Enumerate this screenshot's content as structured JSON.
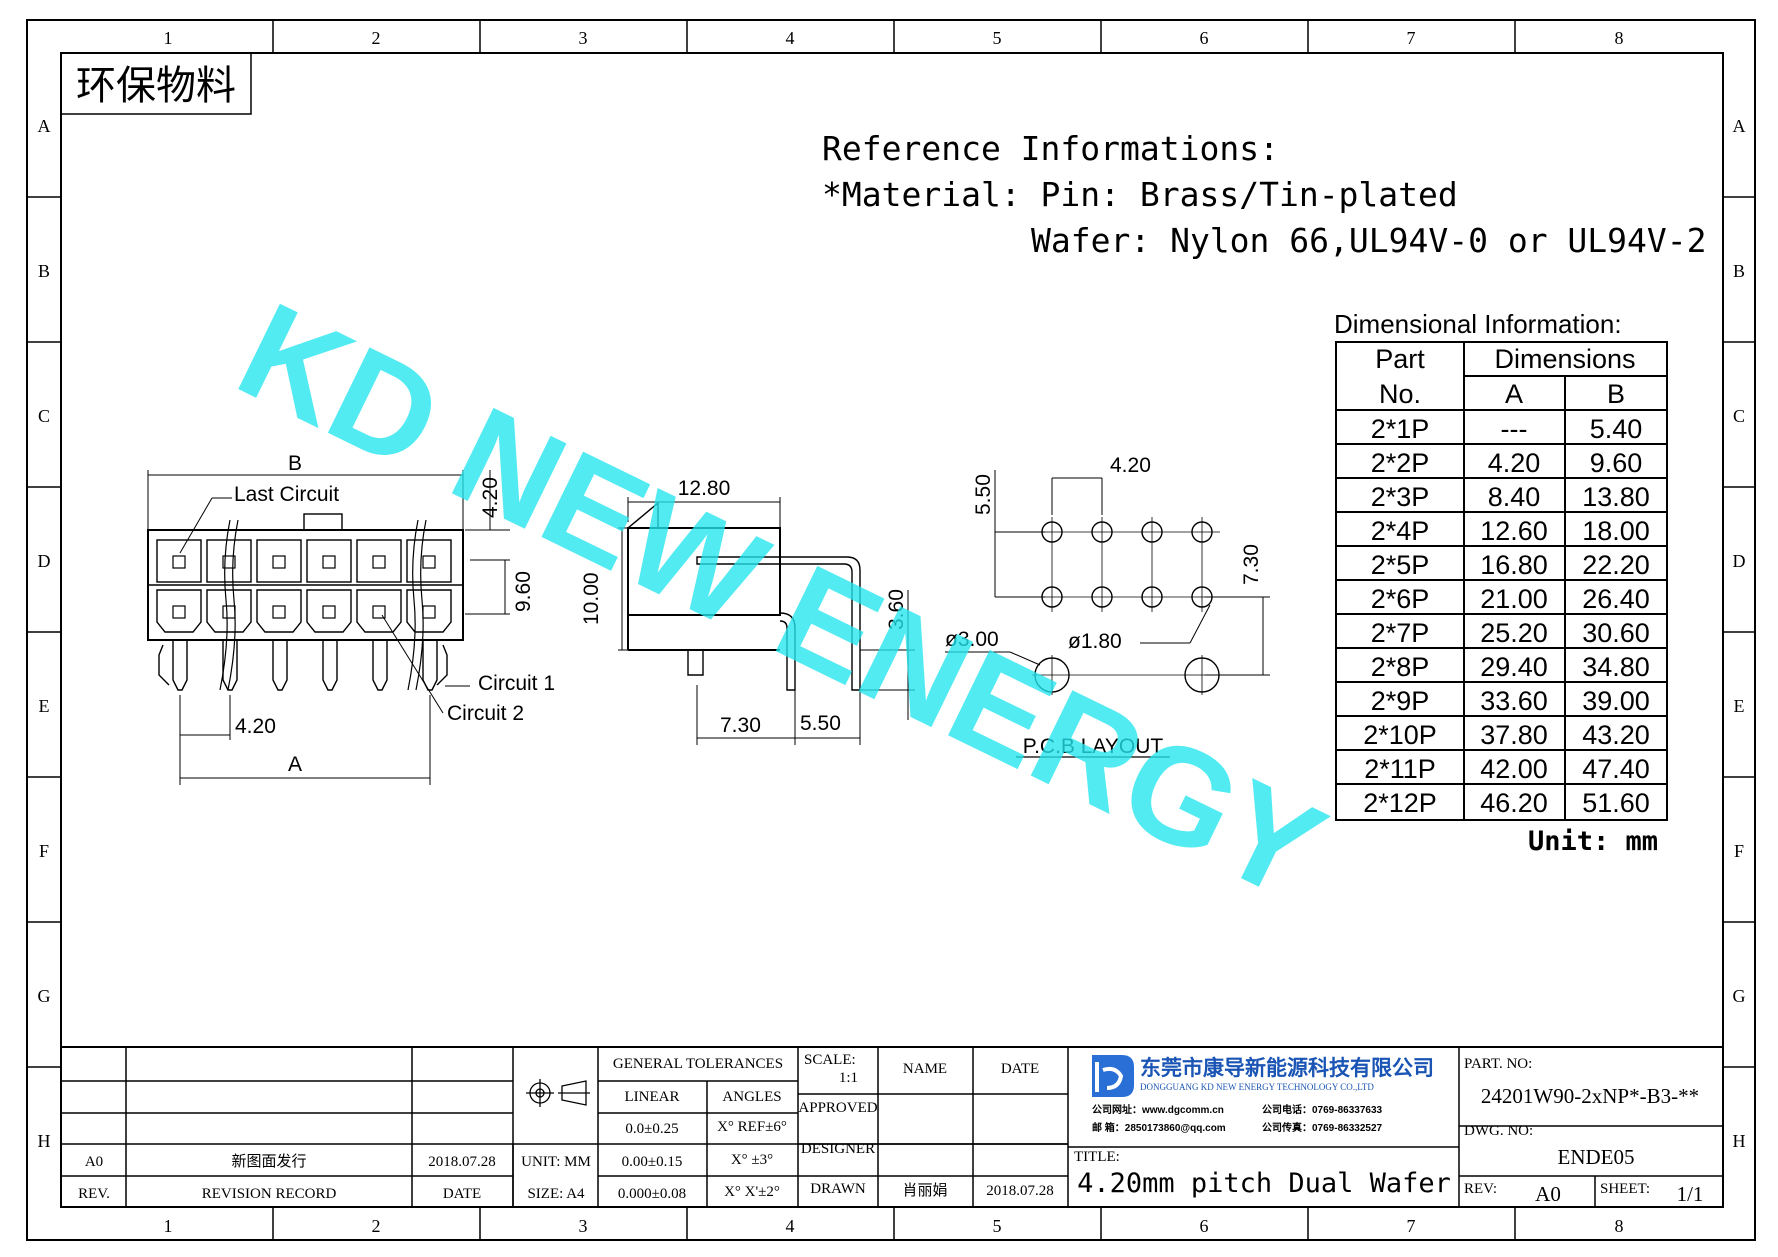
{
  "border": {
    "columns": [
      "1",
      "2",
      "3",
      "4",
      "5",
      "6",
      "7",
      "8"
    ],
    "rows": [
      "A",
      "B",
      "C",
      "D",
      "E",
      "F",
      "G",
      "H"
    ]
  },
  "eco_stamp": "环保物料",
  "reference": {
    "heading": "Reference Informations:",
    "material_line": "*Material: Pin: Brass/Tin-plated",
    "wafer_line": "Wafer: Nylon 66,UL94V-0 or UL94V-2"
  },
  "watermark": "KD NEW ENERGY",
  "front_view": {
    "dim_b": "B",
    "last_circuit": "Last Circuit",
    "dim_420_vert": "4.20",
    "dim_960": "9.60",
    "circuit_1": "Circuit 1",
    "circuit_2": "Circuit 2",
    "dim_420_pitch": "4.20",
    "dim_a": "A"
  },
  "side_view": {
    "dim_1280": "12.80",
    "dim_1000": "10.00",
    "dim_360": "3.60",
    "dim_730": "7.30",
    "dim_550": "5.50"
  },
  "pcb_layout": {
    "dim_420": "4.20",
    "dim_550": "5.50",
    "dim_730": "7.30",
    "dim_phi300": "ø3.00",
    "dim_phi180": "ø1.80",
    "title": "P.C.B LAYOUT"
  },
  "dim_table": {
    "title": "Dimensional Information:",
    "header_part_1": "Part",
    "header_part_2": "No.",
    "header_dims": "Dimensions",
    "header_a": "A",
    "header_b": "B",
    "rows": [
      {
        "part": "2*1P",
        "a": "---",
        "b": "5.40"
      },
      {
        "part": "2*2P",
        "a": "4.20",
        "b": "9.60"
      },
      {
        "part": "2*3P",
        "a": "8.40",
        "b": "13.80"
      },
      {
        "part": "2*4P",
        "a": "12.60",
        "b": "18.00"
      },
      {
        "part": "2*5P",
        "a": "16.80",
        "b": "22.20"
      },
      {
        "part": "2*6P",
        "a": "21.00",
        "b": "26.40"
      },
      {
        "part": "2*7P",
        "a": "25.20",
        "b": "30.60"
      },
      {
        "part": "2*8P",
        "a": "29.40",
        "b": "34.80"
      },
      {
        "part": "2*9P",
        "a": "33.60",
        "b": "39.00"
      },
      {
        "part": "2*10P",
        "a": "37.80",
        "b": "43.20"
      },
      {
        "part": "2*11P",
        "a": "42.00",
        "b": "47.40"
      },
      {
        "part": "2*12P",
        "a": "46.20",
        "b": "51.60"
      }
    ],
    "unit": "Unit: mm"
  },
  "title_block": {
    "rev_a0": "A0",
    "rev_record_text": "新图面发行",
    "rev_date": "2018.07.28",
    "col_rev": "REV.",
    "col_revision_record": "REVISION RECORD",
    "col_date": "DATE",
    "unit_label": "UNIT: MM",
    "size_label": "SIZE: A4",
    "general_tolerances": "GENERAL TOLERANCES",
    "linear": "LINEAR",
    "angles": "ANGLES",
    "lin_1": "0.0±0.25",
    "lin_2": "0.00±0.15",
    "lin_3": "0.000±0.08",
    "ang_1": "X° REF±6°",
    "ang_2": "X° ±3°",
    "ang_3": "X° X'±2°",
    "scale_label": "SCALE:",
    "scale_value": "1:1",
    "approved": "APPROVED",
    "designer": "DESIGNER",
    "drawn": "DRAWN",
    "name_col": "NAME",
    "date_col": "DATE",
    "drawn_name": "肖丽娟",
    "drawn_date": "2018.07.28",
    "company_cn": "东莞市康导新能源科技有限公司",
    "company_en": "DONGGUANG KD NEW ENERGY TECHNOLOGY CO.,LTD",
    "website_label": "公司网址：www.dgcomm.cn",
    "phone_label": "公司电话：0769-86337633",
    "email_label": "邮 箱：2850173860@qq.com",
    "fax_label": "公司传真：0769-86332527",
    "title_label": "TITLE:",
    "title_value": "4.20mm pitch Dual Wafer",
    "part_no_label": "PART. NO:",
    "part_no_value": "24201W90-2xNP*-B3-**",
    "dwg_no_label": "DWG. NO:",
    "dwg_no_value": "ENDE05",
    "rev_label": "REV:",
    "rev_value": "A0",
    "sheet_label": "SHEET:",
    "sheet_value": "1/1"
  }
}
